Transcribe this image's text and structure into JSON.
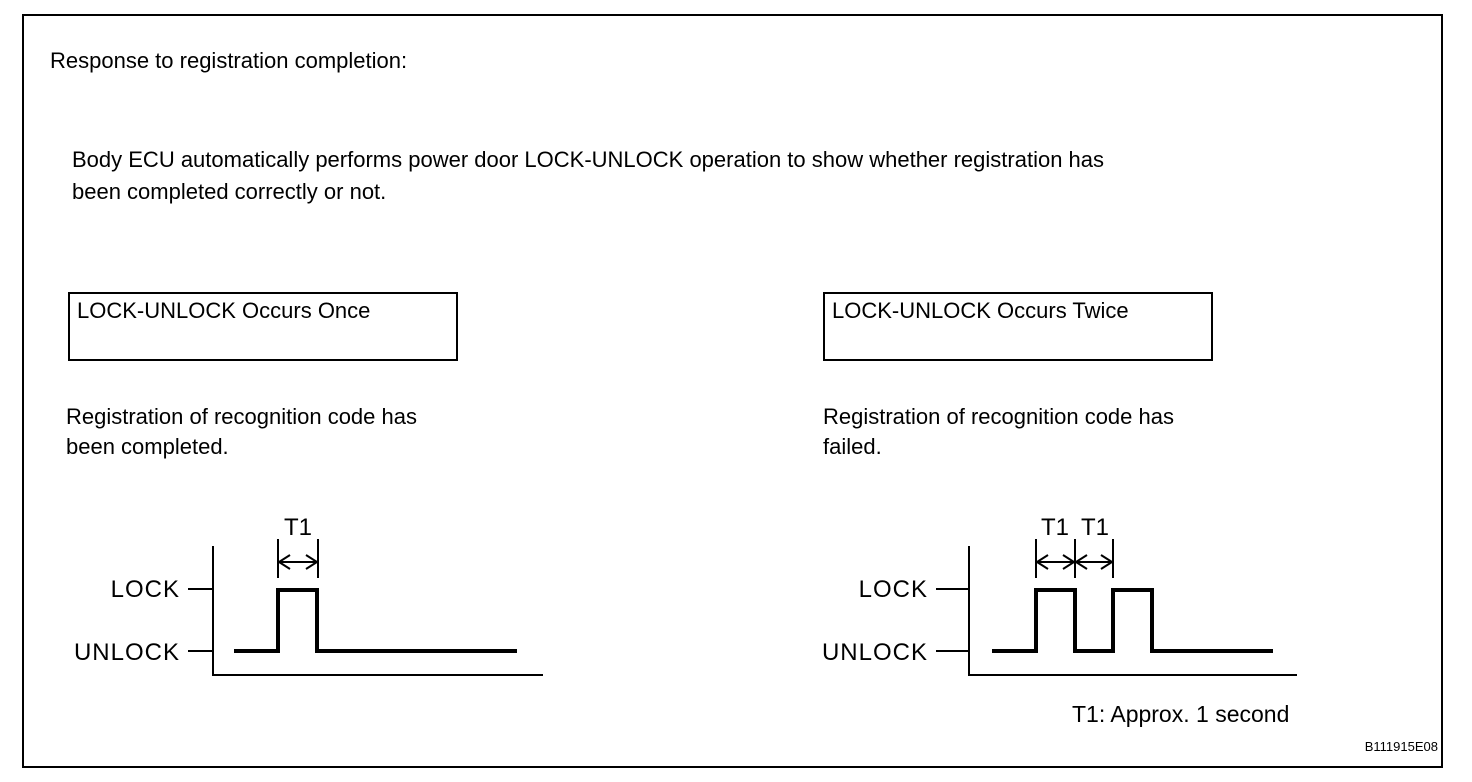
{
  "figure": {
    "title": "Response to registration completion:",
    "intro_lines": [
      "Body ECU automatically performs power door LOCK-UNLOCK operation to show whether registration has",
      "been completed correctly or not."
    ],
    "figure_code": "B111915E08"
  },
  "once_panel": {
    "box_label": "LOCK-UNLOCK Occurs Once",
    "description_lines": [
      "Registration of recognition code has",
      "been completed."
    ]
  },
  "twice_panel": {
    "box_label": "LOCK-UNLOCK Occurs Twice",
    "description_lines": [
      "Registration of recognition code has",
      "failed."
    ]
  },
  "timing": {
    "lock_label": "LOCK",
    "unlock_label": "UNLOCK",
    "t1_label": "T1",
    "note": "T1: Approx. 1 second",
    "left_diagram": {
      "pulse_count": 1,
      "levels": [
        "LOCK",
        "UNLOCK"
      ],
      "pulse_width": "T1"
    },
    "right_diagram": {
      "pulse_count": 2,
      "levels": [
        "LOCK",
        "UNLOCK"
      ],
      "pulse_width": "T1",
      "pulse_gap": "T1"
    }
  },
  "colors": {
    "ink": "#000000",
    "paper": "#ffffff"
  }
}
